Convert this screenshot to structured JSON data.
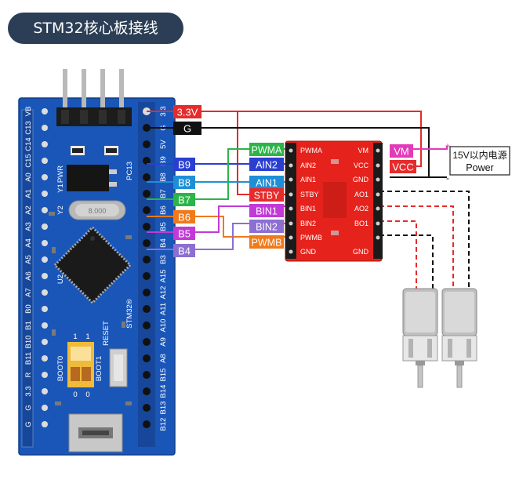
{
  "title": "STM32核心板接线",
  "stm32_board": {
    "left_pins": [
      "VB",
      "C13",
      "C14",
      "C15",
      "A0",
      "A1",
      "A2",
      "A3",
      "A4",
      "A5",
      "A6",
      "A7",
      "B0",
      "B1",
      "B10",
      "B11",
      "R",
      "3.3",
      "G",
      "G"
    ],
    "right_pins": [
      "3.3",
      "G",
      "5V",
      "B9",
      "B8",
      "B7",
      "B6",
      "B5",
      "B4",
      "B3",
      "A15",
      "A12",
      "A11",
      "A10",
      "A9",
      "A8",
      "B15",
      "B14",
      "B13",
      "B12"
    ],
    "silkscreen": {
      "pwr": "PWR",
      "pc13": "PC13",
      "y1": "Y1",
      "y2": "Y2",
      "u2": "U2",
      "model": "STM32®",
      "reset": "RESET",
      "boot0": "BOOT0",
      "boot1": "BOOT1",
      "one_a": "1",
      "one_b": "1",
      "zero_a": "0",
      "zero_b": "0",
      "crystal": "8.000"
    }
  },
  "driver_board": {
    "left_pins": [
      "PWMA",
      "AIN2",
      "AIN1",
      "STBY",
      "BIN1",
      "BIN2",
      "PWMB",
      "GND"
    ],
    "right_pins": [
      "VM",
      "VCC",
      "GND",
      "AO1",
      "AO2",
      "BO1",
      "GND"
    ]
  },
  "connections": [
    {
      "from": "3.3V",
      "to": "VCC",
      "color": "#e52b2b"
    },
    {
      "from": "G",
      "to": "GND",
      "color": "#111111"
    },
    {
      "from": "B9",
      "to": "AIN2",
      "color": "#2a3fd1"
    },
    {
      "from": "B8",
      "to": "AIN1",
      "color": "#1e8fd6"
    },
    {
      "from": "B7",
      "to": "PWMA",
      "color": "#2bb548"
    },
    {
      "from": "B6",
      "to": "PWMB",
      "color": "#f07a1a"
    },
    {
      "from": "B5",
      "to": "BIN1",
      "color": "#c23ad6"
    },
    {
      "from": "B4",
      "to": "BIN2",
      "color": "#8c6fd1"
    },
    {
      "from": "3.3V",
      "to": "STBY",
      "color": "#e52b2b"
    },
    {
      "from": "VM",
      "to": "Power",
      "color": "#e23ab8"
    }
  ],
  "tags": {
    "v33": "3.3V",
    "g": "G",
    "b9": "B9",
    "b8": "B8",
    "b7": "B7",
    "b6": "B6",
    "b5": "B5",
    "b4": "B4",
    "pwma": "PWMA",
    "ain2": "AIN2",
    "ain1": "AIN1",
    "stby": "STBY",
    "bin1": "BIN1",
    "bin2": "BIN2",
    "pwmb": "PWMB",
    "vm": "VM",
    "vcc": "VCC"
  },
  "power": {
    "line1": "15V以内电源",
    "line2": "Power",
    "plus": "+",
    "minus": "-"
  },
  "colors": {
    "red": "#e52b2b",
    "black": "#111111",
    "blue": "#2a3fd1",
    "cyan": "#1e8fd6",
    "green": "#2bb548",
    "orange": "#f07a1a",
    "purple": "#c23ad6",
    "lavender": "#8c6fd1",
    "pink": "#e23ab8",
    "board": "#1a56b8",
    "driver": "#e5231c",
    "title_bg": "#2b3e55"
  }
}
